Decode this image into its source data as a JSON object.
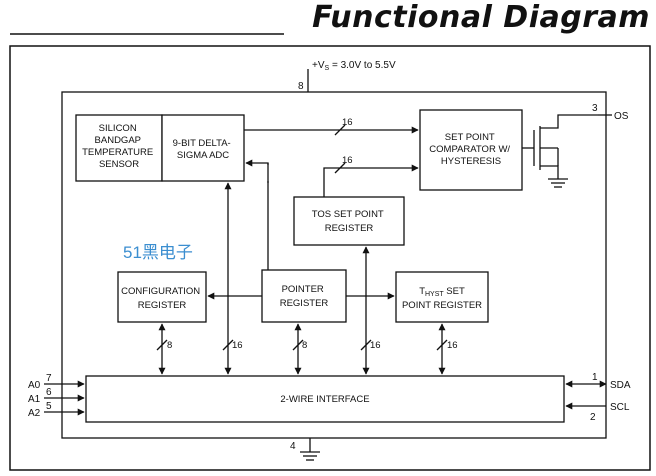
{
  "title": "Functional Diagram",
  "watermark": "51黑电子",
  "supply": {
    "prefix": "+V",
    "sub": "S",
    "rest": " = 3.0V to 5.5V",
    "pin": "8"
  },
  "ground_pin": "4",
  "blocks": {
    "sensor": [
      "SILICON",
      "BANDGAP",
      "TEMPERATURE",
      "SENSOR"
    ],
    "adc": [
      "9-BIT DELTA-",
      "SIGMA ADC"
    ],
    "comparator": [
      "SET POINT",
      "COMPARATOR W/",
      "HYSTERESIS"
    ],
    "tos_register": [
      "TOS SET POINT",
      "REGISTER"
    ],
    "config_register": [
      "CONFIGURATION",
      "REGISTER"
    ],
    "pointer_register": [
      "POINTER",
      "REGISTER"
    ],
    "thyst_register": {
      "prefix": "T",
      "sub": "HYST",
      "rest": " SET",
      "line2": "POINT REGISTER"
    },
    "interface": "2-WIRE INTERFACE"
  },
  "bus_widths": {
    "adc_to_comparator": "16",
    "tos_to_comparator": "16",
    "config_bus": "8",
    "adc_bus": "16",
    "pointer_bus": "8",
    "tos_bus": "16",
    "thyst_bus": "16"
  },
  "pins": {
    "a0": {
      "name": "A0",
      "num": "7"
    },
    "a1": {
      "name": "A1",
      "num": "6"
    },
    "a2": {
      "name": "A2",
      "num": "5"
    },
    "sda": {
      "name": "SDA",
      "num": "1"
    },
    "scl": {
      "name": "SCL",
      "num": "2"
    },
    "os": {
      "name": "OS",
      "num": "3"
    }
  }
}
